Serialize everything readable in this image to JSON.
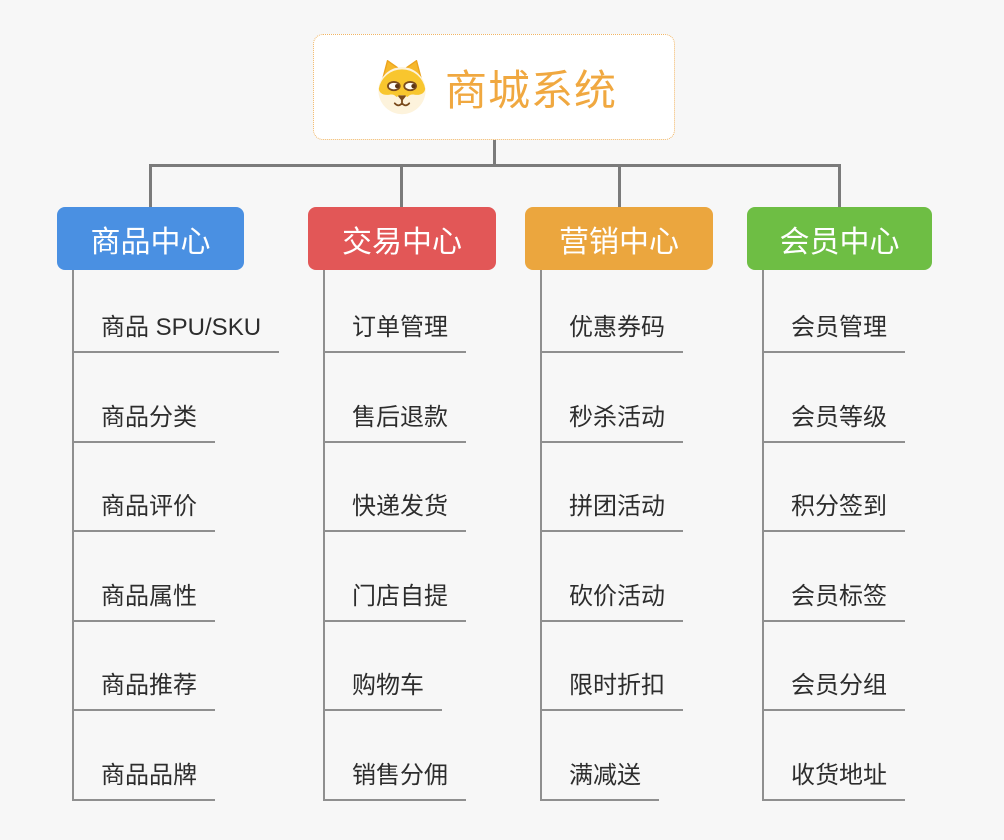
{
  "canvas": {
    "background": "#f7f7f7",
    "connector_color": "#7b7b7b",
    "child_line_color": "#8f8f8f",
    "child_text_color": "#2d2d2d"
  },
  "root": {
    "title": "商城系统",
    "text_color": "#f0a840",
    "border_color": "#f0b564",
    "background": "#ffffff",
    "icon": "dog-face-icon"
  },
  "branches": [
    {
      "label": "商品中心",
      "color": "#4a90e2",
      "items": [
        "商品 SPU/SKU",
        "商品分类",
        "商品评价",
        "商品属性",
        "商品推荐",
        "商品品牌"
      ]
    },
    {
      "label": "交易中心",
      "color": "#e25757",
      "items": [
        "订单管理",
        "售后退款",
        "快递发货",
        "门店自提",
        "购物车",
        "销售分佣"
      ]
    },
    {
      "label": "营销中心",
      "color": "#eba63e",
      "items": [
        "优惠券码",
        "秒杀活动",
        "拼团活动",
        "砍价活动",
        "限时折扣",
        "满减送"
      ]
    },
    {
      "label": "会员中心",
      "color": "#6ebe44",
      "items": [
        "会员管理",
        "会员等级",
        "积分签到",
        "会员标签",
        "会员分组",
        "收货地址"
      ]
    }
  ]
}
